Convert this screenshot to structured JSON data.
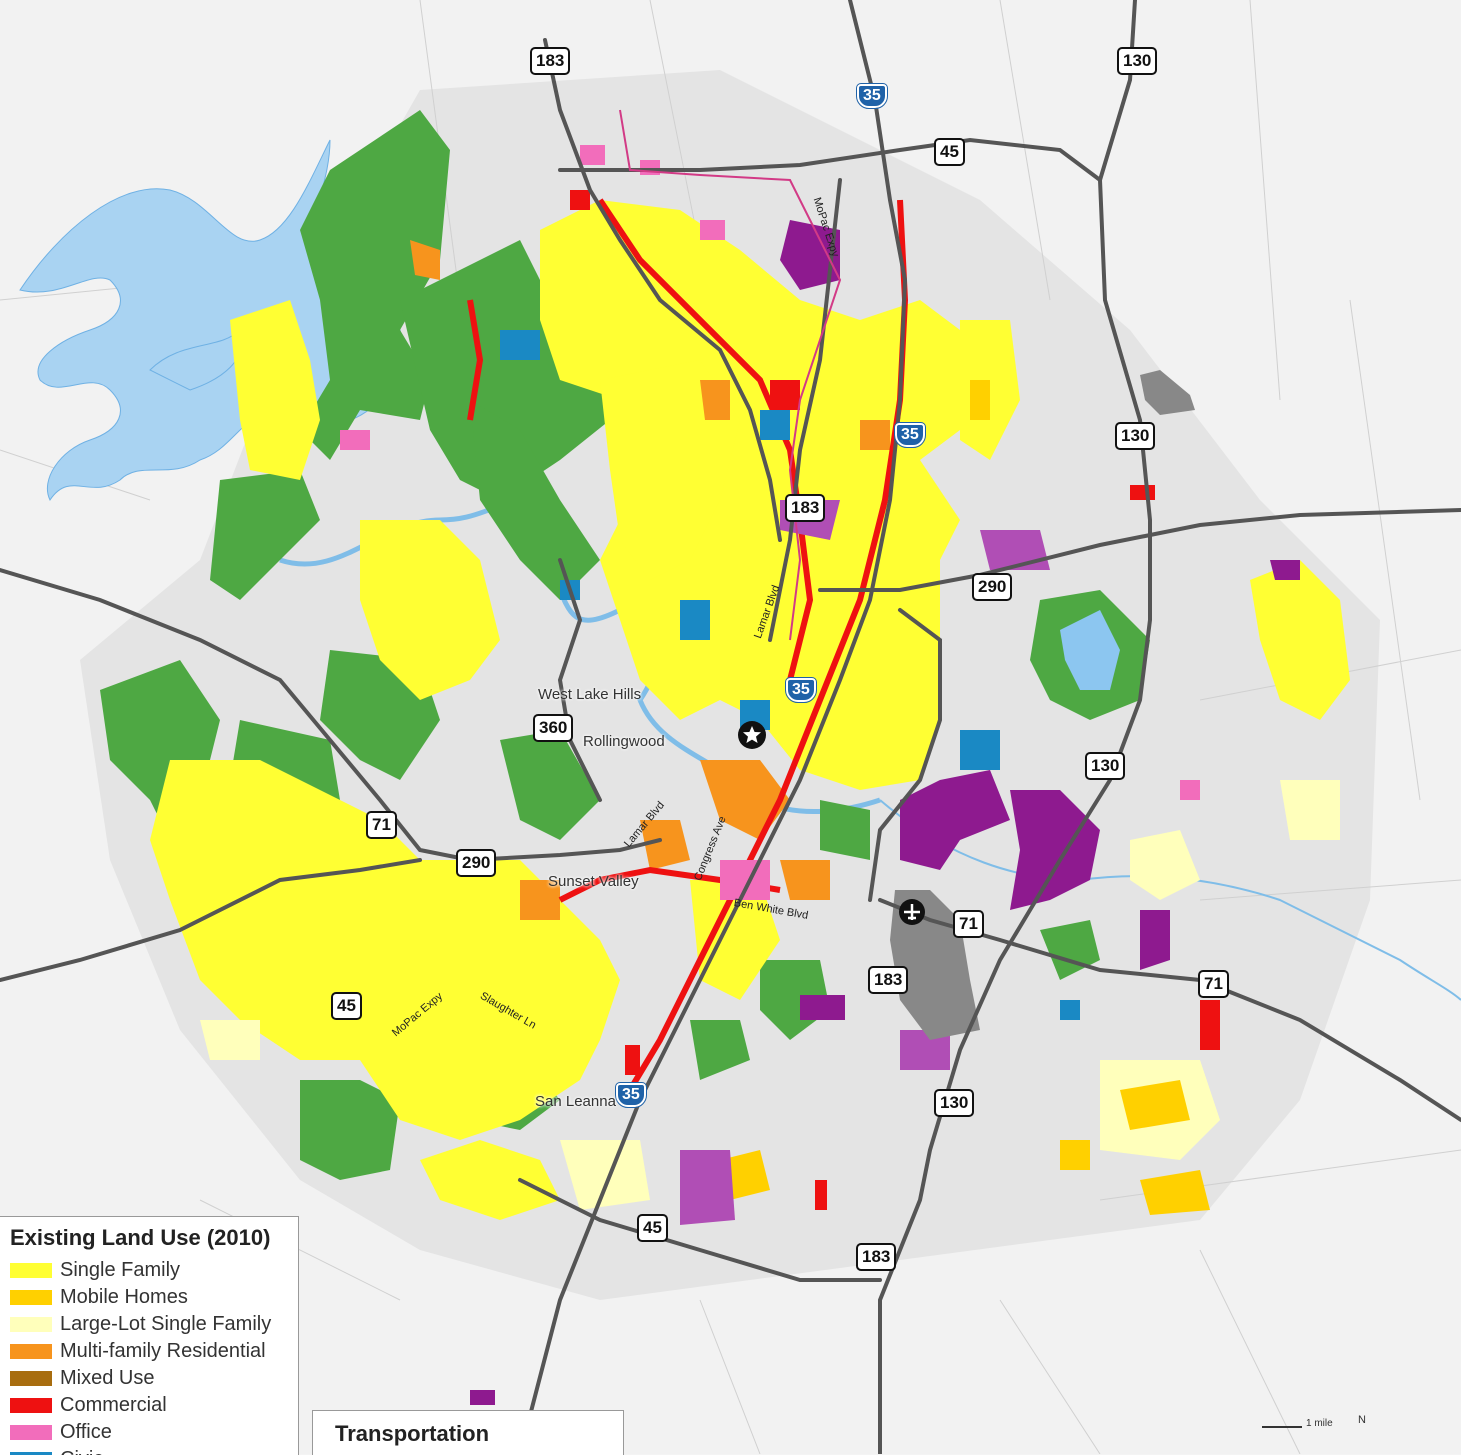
{
  "colors": {
    "background": "#f4f4f4",
    "undeveloped": "#e6e6e6",
    "single_family": "#ffff33",
    "mobile_homes": "#ffd000",
    "large_lot_single_family": "#ffffbb",
    "multi_family": "#f7941d",
    "mixed_use": "#a86d0f",
    "commercial": "#ee1111",
    "office": "#f26dbb",
    "civic": "#1a89c4",
    "open_space": "#4ea843",
    "industrial_purple": "#8e1a8f",
    "purple_light": "#b04eb5",
    "airport": "#888888",
    "water": "#a9d3f2",
    "lake": "#8cc6f0",
    "highway": "#555555",
    "rail": "#d23a86"
  },
  "legend": {
    "title": "Existing Land Use (2010)",
    "items": [
      {
        "label": "Single Family",
        "color": "#ffff33"
      },
      {
        "label": "Mobile Homes",
        "color": "#ffd000"
      },
      {
        "label": "Large-Lot Single Family",
        "color": "#ffffbb"
      },
      {
        "label": "Multi-family Residential",
        "color": "#f7941d"
      },
      {
        "label": "Mixed Use",
        "color": "#a86d0f"
      },
      {
        "label": "Commercial",
        "color": "#ee1111"
      },
      {
        "label": "Office",
        "color": "#f26dbb"
      },
      {
        "label": "Civic",
        "color": "#1a89c4"
      }
    ]
  },
  "transportation": {
    "title": "Transportation"
  },
  "highway_shields": {
    "us183_north": "183",
    "i35_north": "35",
    "sh130_north": "130",
    "sh45_north": "45",
    "i35_mid": "35",
    "sh130_mid": "130",
    "us183_mid": "183",
    "us290_east": "290",
    "i35_downtown": "35",
    "loop360": "360",
    "sh71_west": "71",
    "us290_west": "290",
    "sh130_east": "130",
    "sh71_airport": "71",
    "us183_south": "183",
    "sh71_east": "71",
    "sh45_southwest": "45",
    "i35_south": "35",
    "sh130_south": "130",
    "sh45_south": "45",
    "us183_far_south": "183"
  },
  "places": {
    "west_lake_hills": "West Lake Hills",
    "rollingwood": "Rollingwood",
    "sunset_valley": "Sunset Valley",
    "san_leanna": "San Leanna"
  },
  "road_labels": {
    "mopac_north": "MoPac Expy",
    "lamar_north": "Lamar Blvd",
    "lamar_south": "Lamar Blvd",
    "congress": "Congress Ave",
    "ben_white": "Ben White Blvd",
    "slaughter": "Slaughter Ln",
    "mopac_south": "MoPac Expy"
  },
  "scale": {
    "label": "1 mile"
  },
  "north_arrow": {
    "label": "N"
  }
}
